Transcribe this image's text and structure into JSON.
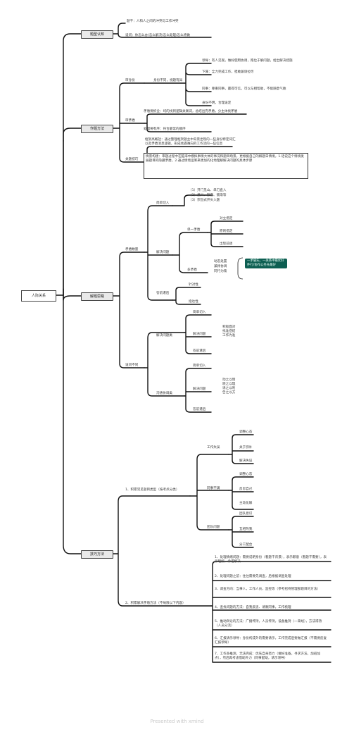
{
  "root": "人际关系",
  "branches": {
    "b1": {
      "label": "题型认知",
      "items": [
        "题干：人和人之间的冲突与工作冲突",
        "设问：你怎么办/怎么解决/怎么处理/怎么将做"
      ]
    },
    "b2": {
      "label": "作题方法",
      "g1": {
        "label": "审身份",
        "sub": "身份不同，视题有异",
        "leaves": [
          "领导：有人见观，做好使用协调，跑位于解问题，给出解决措施",
          "下属：全力完成工作，担敢兼请拉尽",
          "同事：尊重同事，赢得可信，可以与相帮助，不能随意气胜",
          "身份不明，合理设定"
        ]
      },
      "g2": {
        "label": "审矛盾",
        "leaves": [
          "矛盾要抓全：均的找到逻辑关联词，总结出完矛盾，分主体找矛盾",
          "处理要有序：符合最常的顺序"
        ]
      },
      "g3": {
        "label": "关题技巧",
        "leaves": [
          "框架高概括：通过整理框架题主中背景出现的一些身份特定词汇以及矛盾消息逻辑，形成找遇难向的工作流的一些信息",
          "情景构建：审题过程中在脑海中模拟事情大体的事况和题目场景，更根据自己的解题日情境，1.话说这个情境发展题目的隐藏矛盾，2.通过情境运筹来更加的化地理解解决问题的具体步骤"
        ]
      }
    },
    "b3": {
      "label": "解题思路",
      "g1": {
        "label": "矛盾数量",
        "entry": {
          "label": "简单切入",
          "leaves": [
            "（1）开门见山、单刀直入",
            "（2）意义、影音、铺渐等",
            "（3）宗旨式开头入题"
          ]
        },
        "solve": {
          "label": "解决问题",
          "single": {
            "label": "单一矛盾",
            "leaves": [
              "对立措定",
              "原则措定",
              "出现前调"
            ]
          },
          "multi": {
            "label": "多矛盾",
            "lines": [
              "动态处置",
              "兼顾协调",
              "同行为策"
            ]
          },
          "note": "一矛盾先，一关系中最优好件行/协作公务先最好"
        },
        "summary": {
          "label": "答前遣后",
          "leaves": [
            "针对性",
            "指达性"
          ]
        }
      },
      "g2": {
        "label": "设问不同",
        "problem": {
          "label": "解决问题类",
          "leaves": [
            "简单切入",
            "解决问题",
            "答前遣后"
          ],
          "note": [
            "积极面对",
            "找准症结",
            "工作为准"
          ]
        },
        "mood": {
          "label": "沟通协调类",
          "leaves": [
            "简单切入",
            "解决问题",
            "答前遣后"
          ],
          "note": [
            "动之以情",
            "晓之以理",
            "诱之以利",
            "告之以方"
          ]
        }
      }
    },
    "b4": {
      "label": "技巧方法",
      "g1": {
        "label": "1、积累常见题目类型（按考点分类）",
        "work": {
          "label": "工作失误",
          "leaves": [
            "调整心态",
            "关于弥补",
            "解决失误"
          ]
        },
        "peer": {
          "label": "同事不满",
          "leaves": [
            "调整心态",
            "反思自己",
            "主动化解"
          ]
        },
        "team": {
          "label": "团队问题",
          "leaves": [
            "团队意识",
            "互相热我",
            "分工配合"
          ]
        }
      },
      "g2": {
        "label": "2、积累解决矛盾方法（不局限以下内容）",
        "leaves": [
          "1、处理情绪问题：需要说明身份（看题干背景），表示歉意（看题干需要），表示理解，承诺解决",
          "2、处理问题之前：往往需要先调查，后根据调查处理",
          "3、调查方向：当事人，工作人员，监控等（参考招待管理部题目的方法）",
          "4、查找问题的方法：自我反思、请教同事，工作梳理",
          "5、推动舆论的方法：广播传持，人员传持，设备推持（一来线），方法得持（人员分流）",
          "6、汇报请示领导：身份构成外的需要请示，工作完成后要做汇报（不需要反复汇报领导）",
          "7、工作多推测，无法完成：优先自身努力（做好准备，寻求方法，加班加点），然后再考虑借助外力（同事配助，请示领导）"
        ]
      }
    }
  },
  "footer": "Presented with xmind"
}
